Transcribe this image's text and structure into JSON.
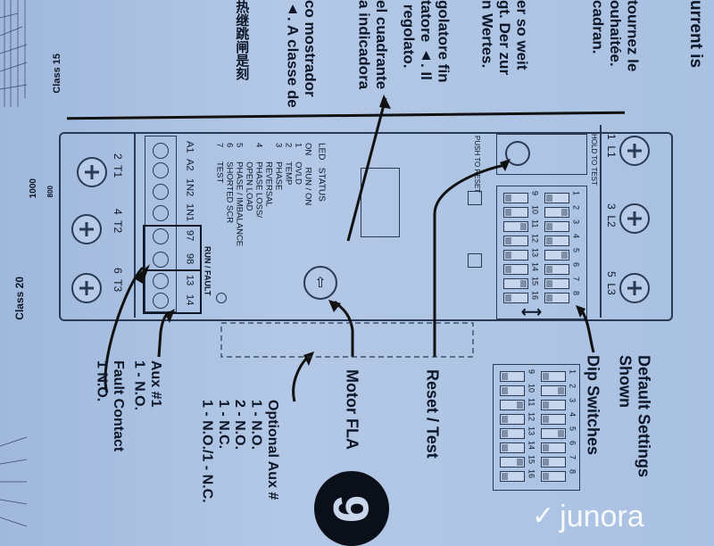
{
  "top_text": {
    "col1": "urrent is",
    "col2": "tournez le\nouhaitée.\ncadran.",
    "col3": "er so weit\ngt. Der zur\nn Wertes.",
    "col4": "golatore fin\ntatore ▲. Il\n regolato.",
    "col5": "el cuadrante\na indicadora",
    "col6": "co mostrador\n▲. A classe de",
    "col7": "热继跳闸是刻"
  },
  "chart_labels": {
    "class15": "Class 15",
    "class20": "Class 20",
    "tick": "1000",
    "tick2": "800"
  },
  "device": {
    "load_terminals": [
      "2  T1",
      "4  T2",
      "6  T3"
    ],
    "line_terminals": [
      "1  L1",
      "3  L2",
      "5  L3"
    ],
    "terminal_strip": [
      "A1",
      "A2",
      "1N2",
      "1N1",
      "97",
      "98",
      "13",
      "14"
    ],
    "led_status_header": "LED   STATUS",
    "led_status": [
      "ON     RUN / ON",
      "1      OVLD",
      "2      TEMP",
      "3      PHASE",
      "        REVERSAL",
      "4      PHASE LOSS/",
      "        OPEN LOAD",
      "5      PHASE / IMBALANCE",
      "6      SHORTED SCR",
      "7      TEST"
    ],
    "run_fault": "RUN / FAULT",
    "push_to_reset": "PUSH TO RESET",
    "hold_to_test": "HOLD TO TEST",
    "dip_numbers_top": [
      "1",
      "2",
      "3",
      "4",
      "5",
      "6",
      "7",
      "8"
    ],
    "dip_numbers_bottom": [
      "9",
      "10",
      "11",
      "12",
      "13",
      "14",
      "15",
      "16"
    ]
  },
  "callouts": {
    "fault_contact": "Fault Contact\n1 N.O.",
    "aux1": "Aux #1\n1 - N.O.",
    "optional_aux": "Optional Aux #\n1 - N.O.\n2 - N.O.\n1 - N.C.\n1 - N.O./1 - N.C.",
    "motor_fla": "Motor FLA",
    "reset_test": "Reset / Test",
    "dip_switches": "Dip Switches",
    "default_settings": "Default Settings\nShown"
  },
  "section_number": "9",
  "watermark": "junora"
}
